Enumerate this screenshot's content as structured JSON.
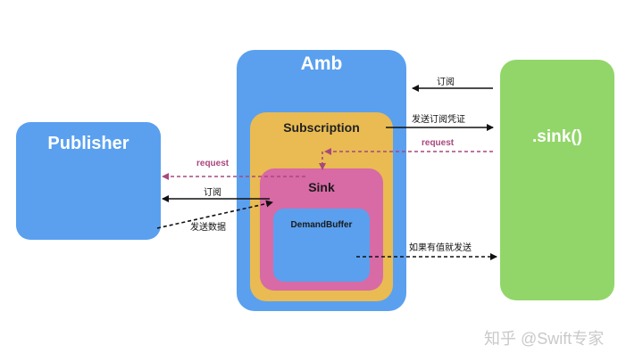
{
  "boxes": {
    "publisher": "Publisher",
    "amb": "Amb",
    "subscription": "Subscription",
    "sink_inner": "Sink",
    "demand_buffer": "DemandBuffer",
    "sink_fn": ".sink()"
  },
  "labels": {
    "subscribe_top": "订阅",
    "send_credential": "发送订阅凭证",
    "request_right": "request",
    "request_left": "request",
    "subscribe_left": "订阅",
    "send_data": "发送数据",
    "send_if_value": "如果有值就发送"
  },
  "watermark": "知乎 @Swift专家",
  "colors": {
    "blue": "#5aa0ef",
    "orange": "#e9bb52",
    "pink": "#d86aa6",
    "green": "#92d66a",
    "request_arrow": "#a8487e"
  }
}
